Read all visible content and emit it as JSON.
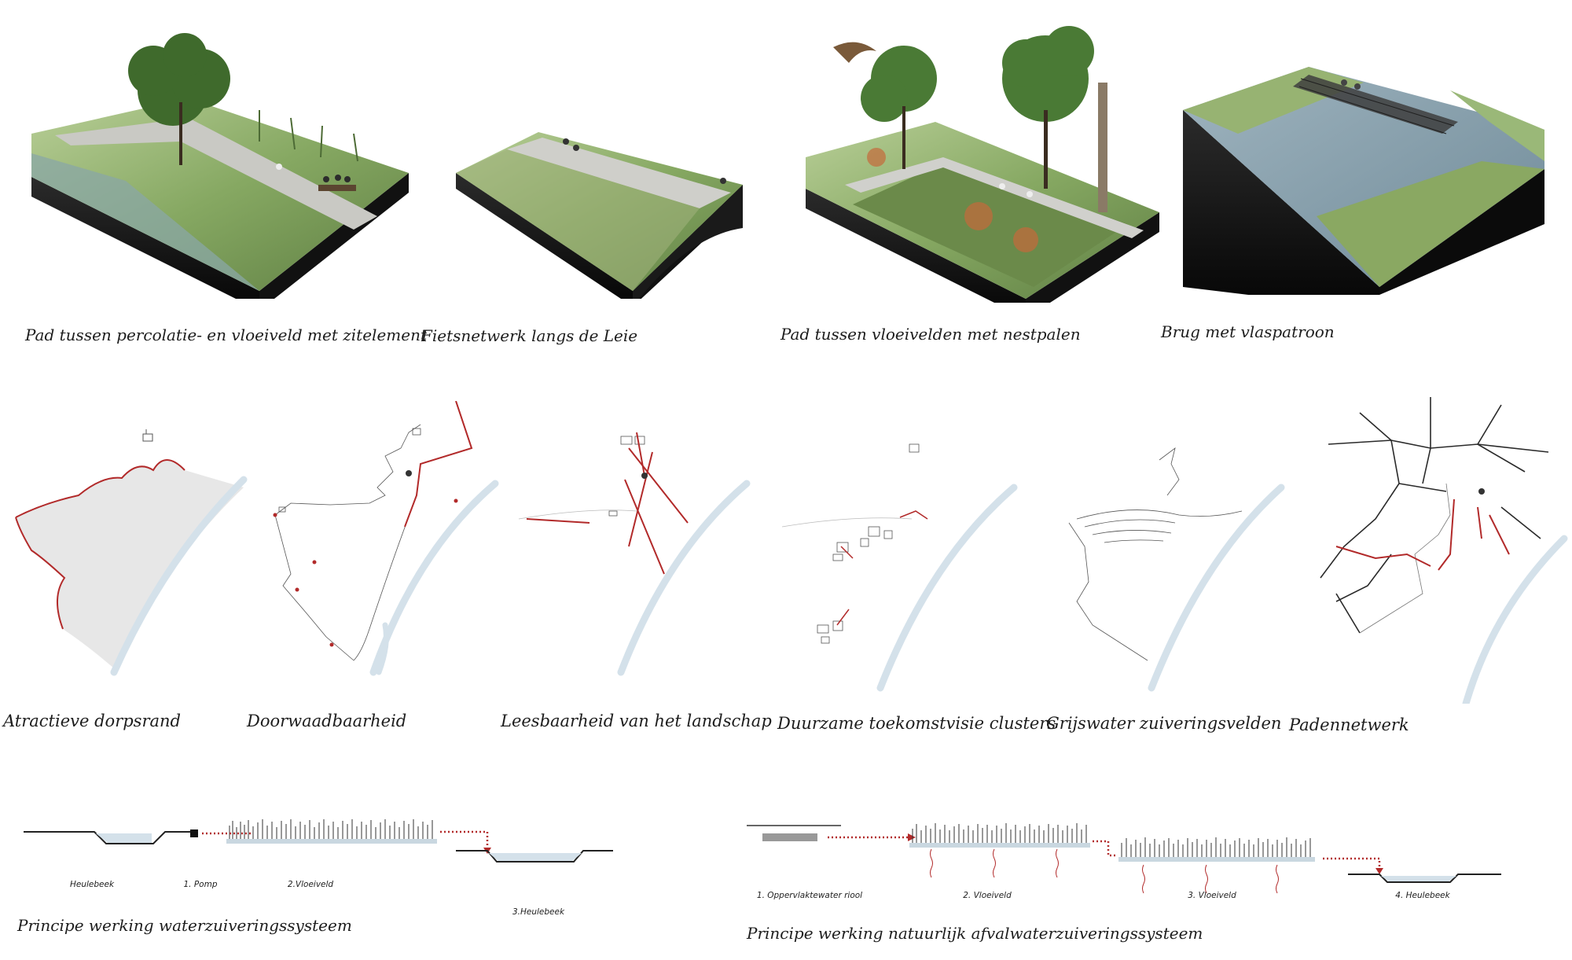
{
  "blocks": {
    "b1": "Pad tussen percolatie- en vloeiveld met zitelement",
    "b2": "Fietsnetwerk langs de Leie",
    "b3": "Pad tussen vloeivelden met nestpalen",
    "b4": "Brug met vlaspatroon"
  },
  "maps": {
    "m1": "Atractieve dorpsrand",
    "m2": "Doorwaadbaarheid",
    "m3": "Leesbaarheid van het landschap",
    "m4": "Duurzame toekomstvisie clusters",
    "m5": "Grijswater zuiveringsvelden",
    "m6": "Padennetwerk"
  },
  "system1": {
    "title": "Principe werking waterzuiveringssysteem",
    "labels": [
      "Heulebeek",
      "1. Pomp",
      "2.Vloeiveld",
      "3.Heulebeek"
    ]
  },
  "system2": {
    "title": "Principe werking natuurlijk afvalwaterzuiveringssysteem",
    "labels": [
      "1. Oppervlaktewater riool",
      "2. Vloeiveld",
      "3. Vloeiveld",
      "4. Heulebeek"
    ]
  },
  "colors": {
    "river": "#d4e1ea",
    "accent_red": "#b22a2a",
    "grass": "#7fa35a",
    "soil": "#0f0f0f"
  }
}
